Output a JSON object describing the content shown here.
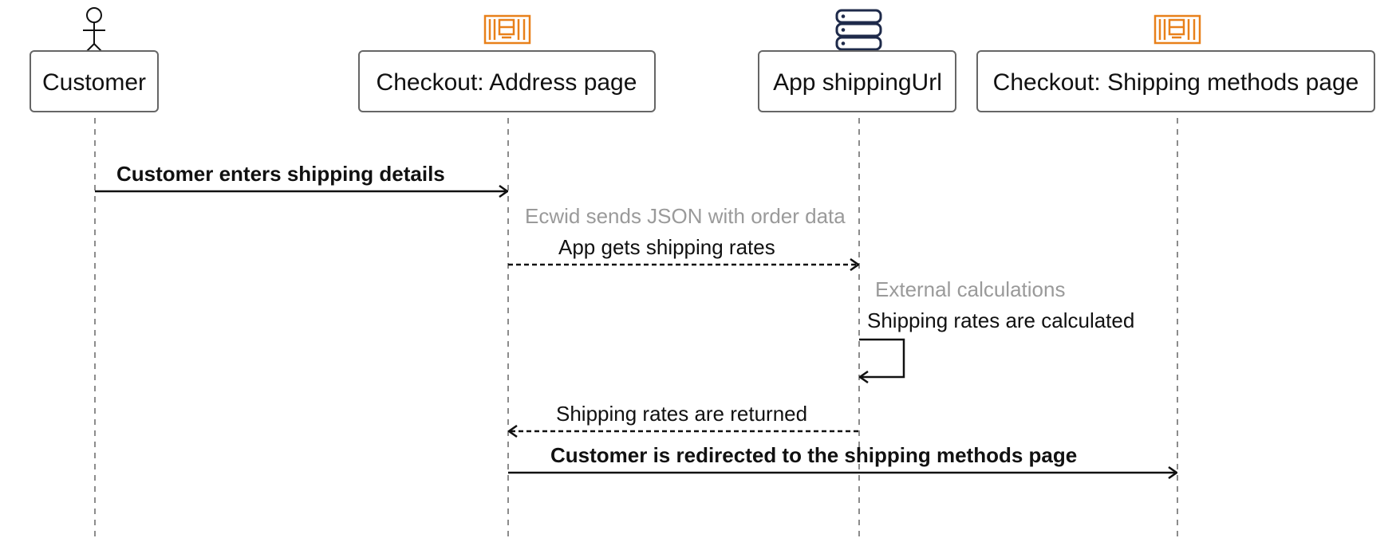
{
  "participants": {
    "customer": {
      "label": "Customer",
      "icon": "actor-icon"
    },
    "address_page": {
      "label": "Checkout: Address page",
      "icon": "web-page-icon"
    },
    "app": {
      "label": "App shippingUrl",
      "icon": "server-icon"
    },
    "methods_page": {
      "label": "Checkout: Shipping methods page",
      "icon": "web-page-icon"
    }
  },
  "messages": {
    "m1": {
      "text": "Customer enters shipping details",
      "style": "solid"
    },
    "n1": {
      "text": "Ecwid sends JSON with order data"
    },
    "m2": {
      "text": "App gets shipping rates",
      "style": "dashed"
    },
    "n2": {
      "text": "External calculations"
    },
    "m3": {
      "text": "Shipping rates are calculated",
      "style": "self"
    },
    "m4": {
      "text": "Shipping rates are returned",
      "style": "dashed"
    },
    "m5": {
      "text": "Customer is redirected to the shipping methods page",
      "style": "solid"
    }
  },
  "colors": {
    "web_icon": "#e8801a",
    "server_icon": "#1e2a4a",
    "note_text": "#9a9a9a",
    "line": "#111111"
  }
}
